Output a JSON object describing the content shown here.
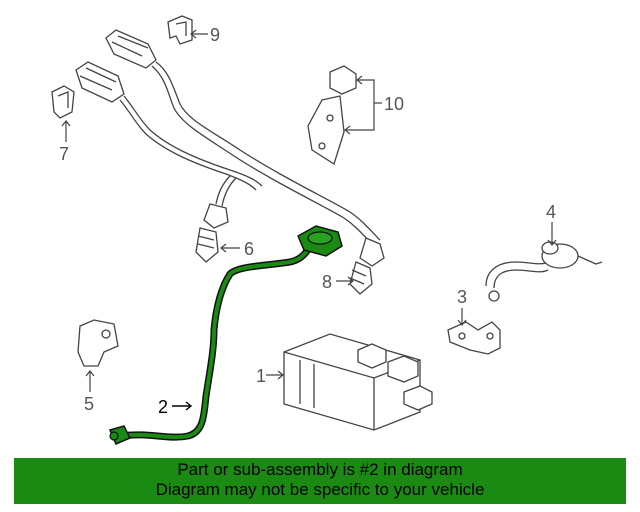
{
  "callouts": {
    "c1": "1",
    "c2": "2",
    "c3": "3",
    "c4": "4",
    "c5": "5",
    "c6": "6",
    "c7": "7",
    "c8": "8",
    "c9": "9",
    "c10": "10"
  },
  "highlight_part": "2",
  "colors": {
    "highlight": "#1a8a12",
    "banner": "#1a8a12",
    "line": "#444444"
  },
  "banner": {
    "line1": "Part or sub-assembly is #2 in diagram",
    "line2": "Diagram may not be specific to your vehicle"
  }
}
